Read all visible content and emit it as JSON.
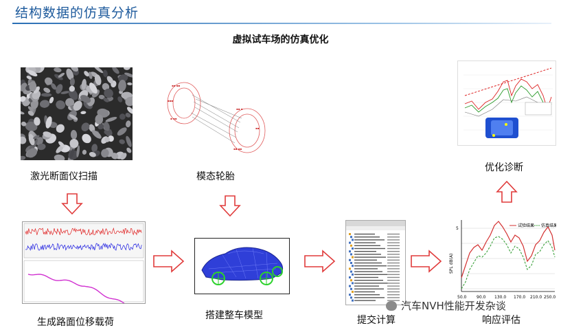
{
  "header": {
    "title": "结构数据的仿真分析",
    "subtitle": "虚拟试车场的仿真优化"
  },
  "steps": {
    "laser": "激光断面仪扫描",
    "tire": "模态轮胎",
    "optimize": "优化诊断",
    "road_load": "生成路面位移载荷",
    "vehicle": "搭建整车模型",
    "submit": "提交计算",
    "response": "响应评估"
  },
  "response_chart": {
    "y_label": "SPL dB(A)",
    "x_ticks": [
      "50.0",
      "90.0",
      "130.0",
      "170.0",
      "210.0",
      "250.0"
    ],
    "y_tick_top": "5",
    "legend": [
      "试验结果",
      "仿真结果"
    ],
    "colors": {
      "test": "#d33030",
      "sim": "#3aa03a"
    }
  },
  "watermark": "汽车NVH性能开发杂谈"
}
